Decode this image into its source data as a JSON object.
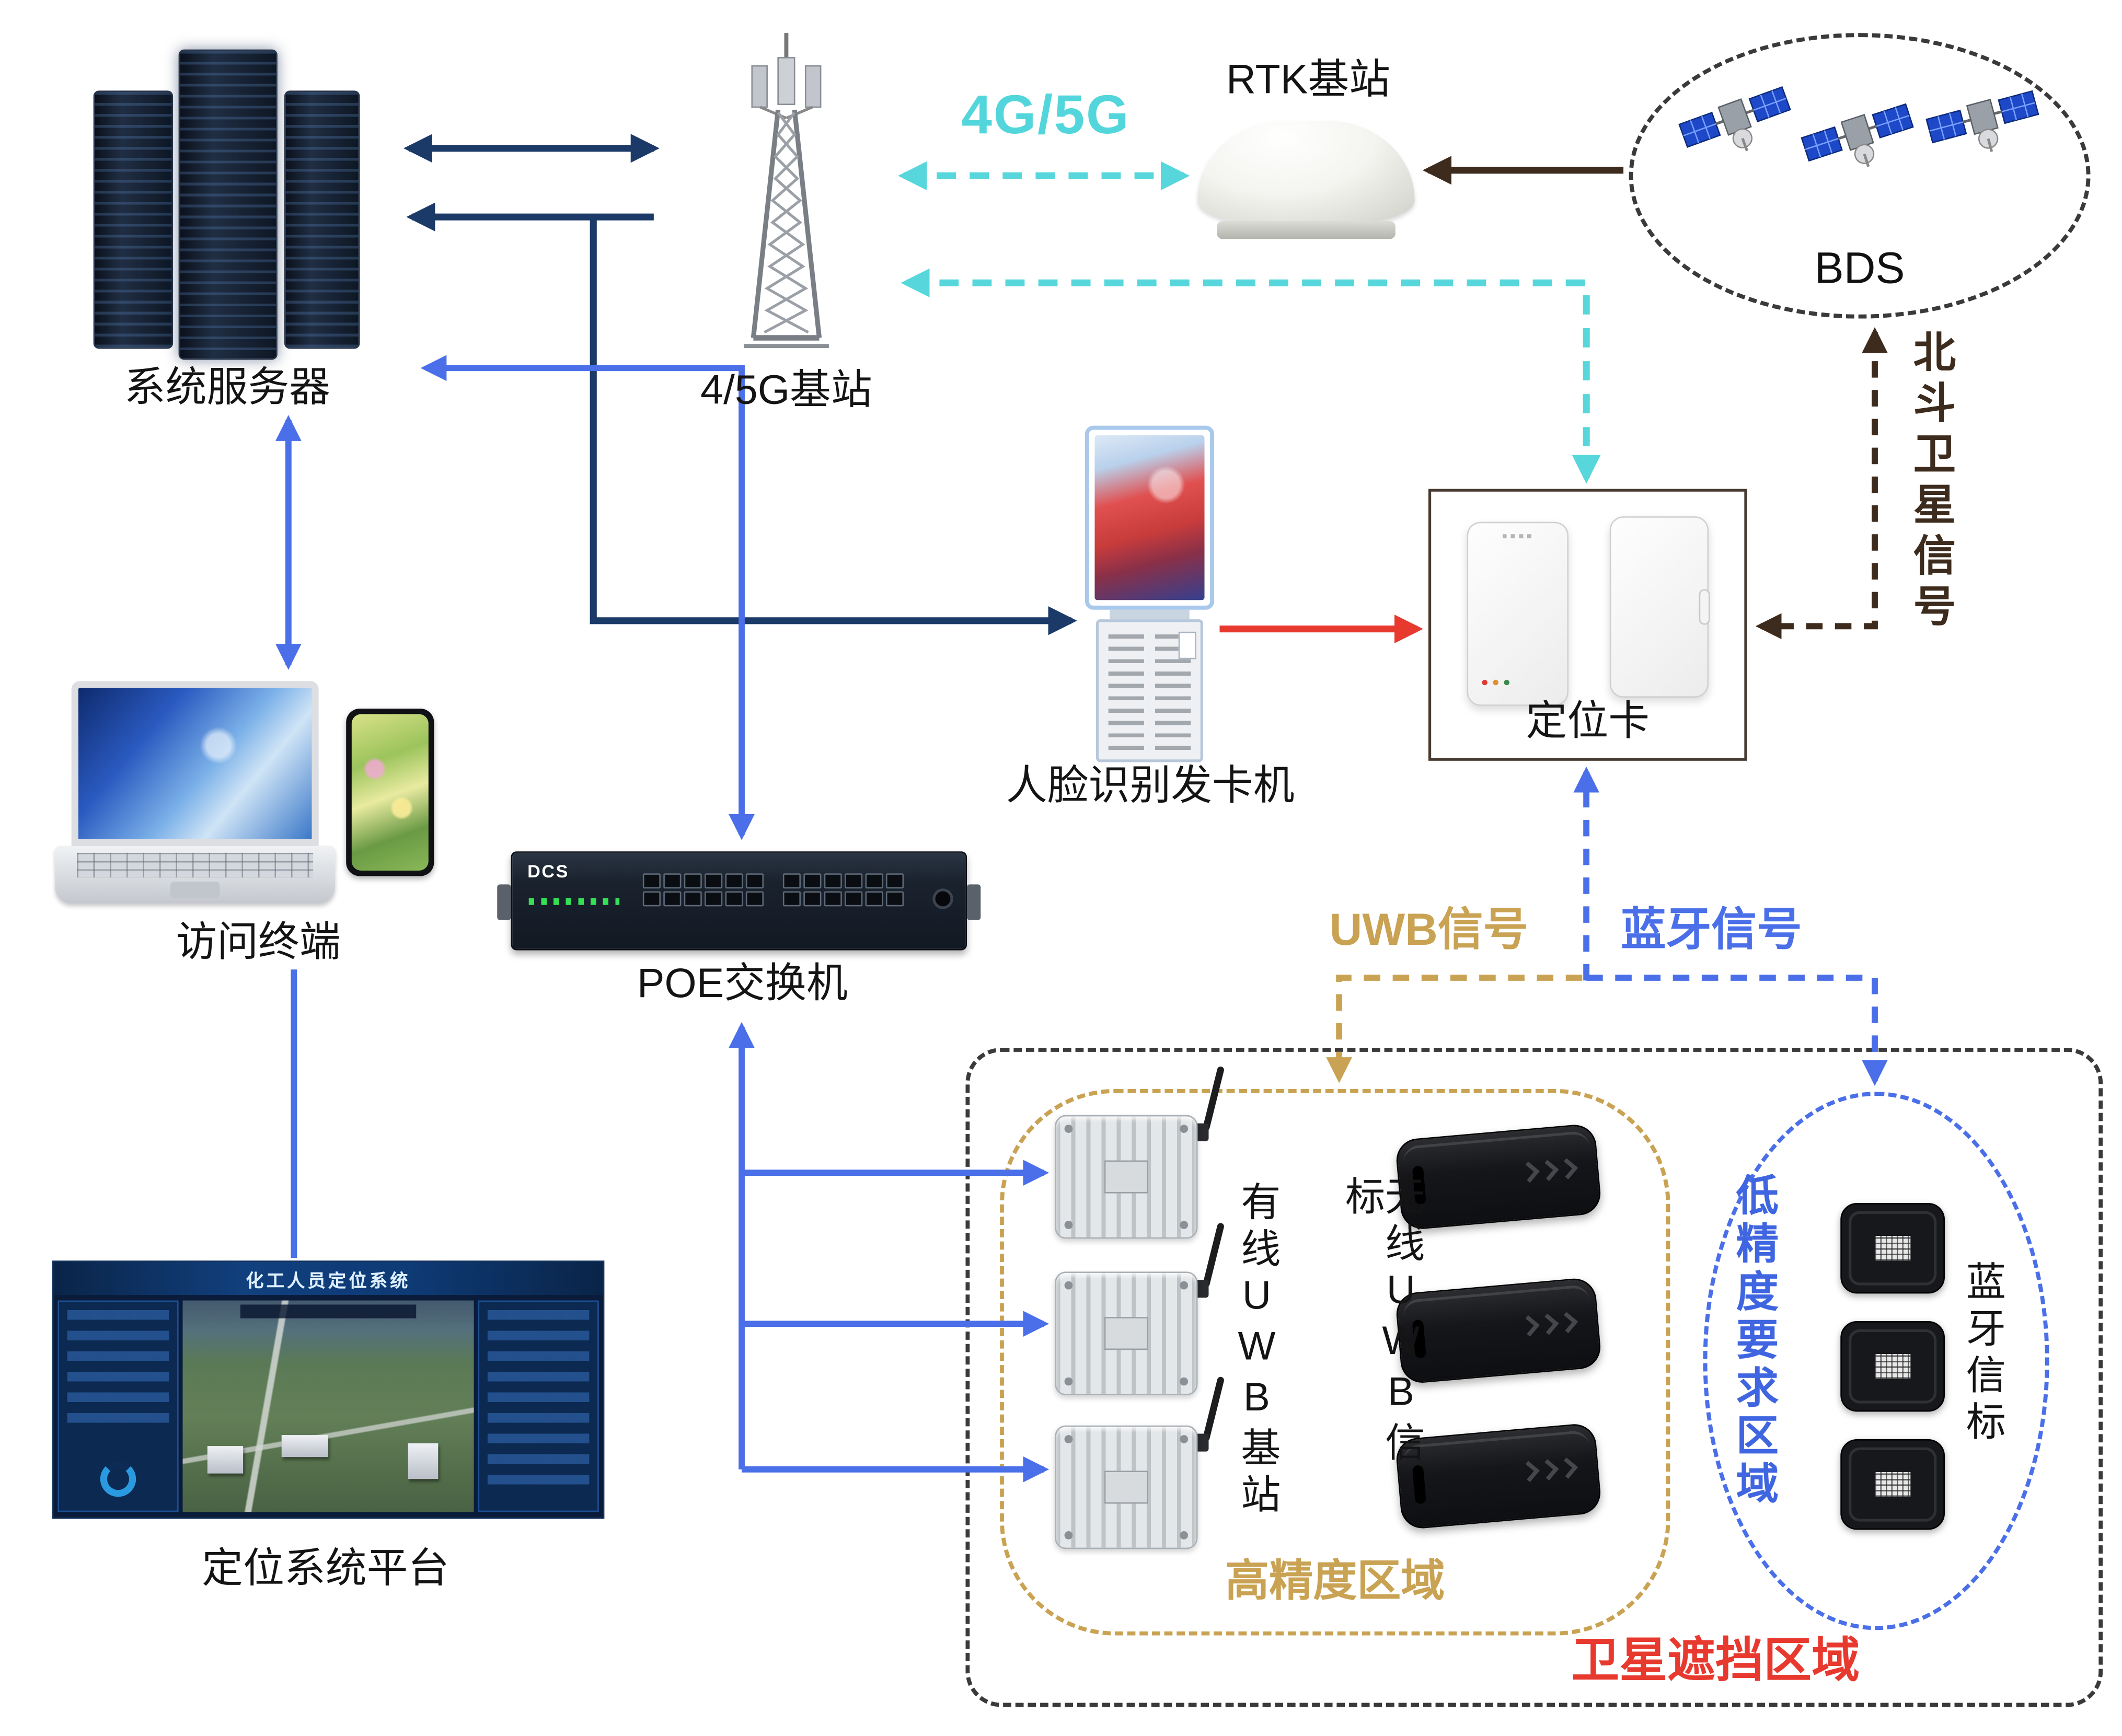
{
  "nodes": {
    "server": {
      "label": "系统服务器"
    },
    "tower": {
      "label": "4/5G基站"
    },
    "rtk": {
      "label": "RTK基站"
    },
    "bds": {
      "label": "BDS"
    },
    "kiosk": {
      "label": "人脸识别发卡机"
    },
    "locator_card": {
      "label": "定位卡"
    },
    "terminal": {
      "label": "访问终端"
    },
    "poe_switch": {
      "label": "POE交换机",
      "brand": "DCS"
    },
    "platform": {
      "label": "定位系统平台",
      "screen_title": "化工人员定位系统"
    },
    "uwb_base": {
      "label": "有线UWB基站"
    },
    "uwb_beacon": {
      "label": "无线UWB信标"
    },
    "bt_beacon": {
      "label": "蓝牙信标"
    }
  },
  "signals": {
    "cellular": {
      "label": "4G/5G",
      "color": "#53d6db"
    },
    "uwb": {
      "label": "UWB信号",
      "color": "#c9a353"
    },
    "bluetooth": {
      "label": "蓝牙信号",
      "color": "#4a6fe8"
    },
    "beidou": {
      "label": "北斗卫星信号",
      "color": "#3d2c1e"
    }
  },
  "zones": {
    "satellite_blocked": {
      "label": "卫星遮挡区域",
      "color": "#e8392f"
    },
    "high_precision": {
      "label": "高精度区域",
      "color": "#c9a353"
    },
    "low_precision": {
      "label": "低精度要求区域",
      "color": "#4a6fe8"
    }
  },
  "link_colors": {
    "backbone": "#1b3a68",
    "lan": "#4a6fe8",
    "cellular_dashed": "#57d7db",
    "beidou_dashed": "#3d2c1e",
    "uwb_dashed": "#c9a353",
    "kiosk_to_card": "#e8392f"
  }
}
